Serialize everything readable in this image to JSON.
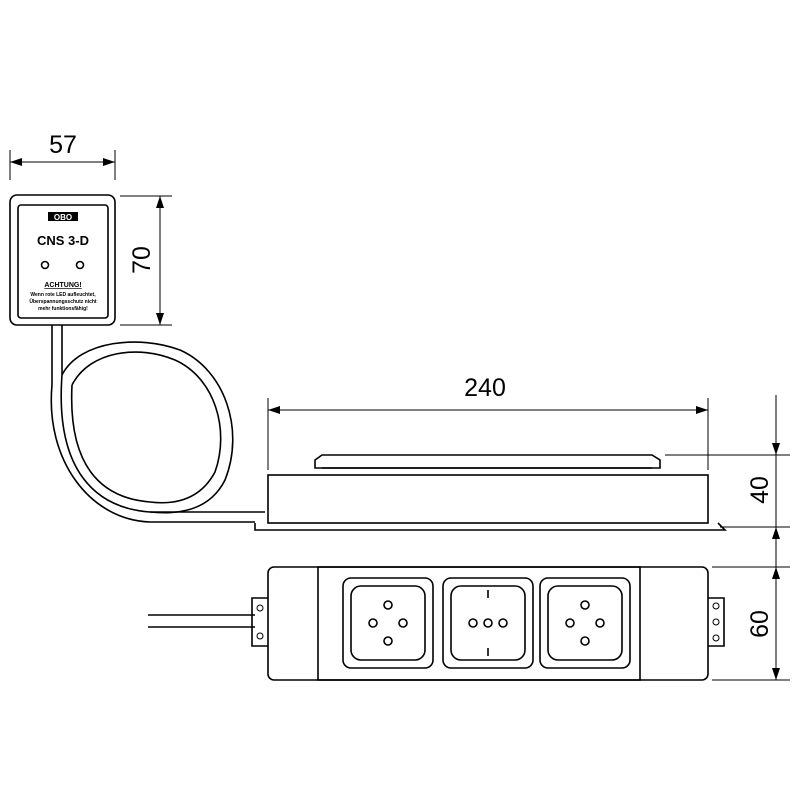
{
  "dimensions": {
    "module_width": "57",
    "module_height": "70",
    "length": "240",
    "height": "40",
    "depth": "60"
  },
  "module_label": {
    "brand": "OBO",
    "model": "CNS 3-D",
    "warning_title": "ACHTUNG!",
    "warning_text_1": "Wenn rote LED aufleuchtet,",
    "warning_text_2": "Überspannungsschutz nicht",
    "warning_text_3": "mehr funktionsfähig!"
  }
}
